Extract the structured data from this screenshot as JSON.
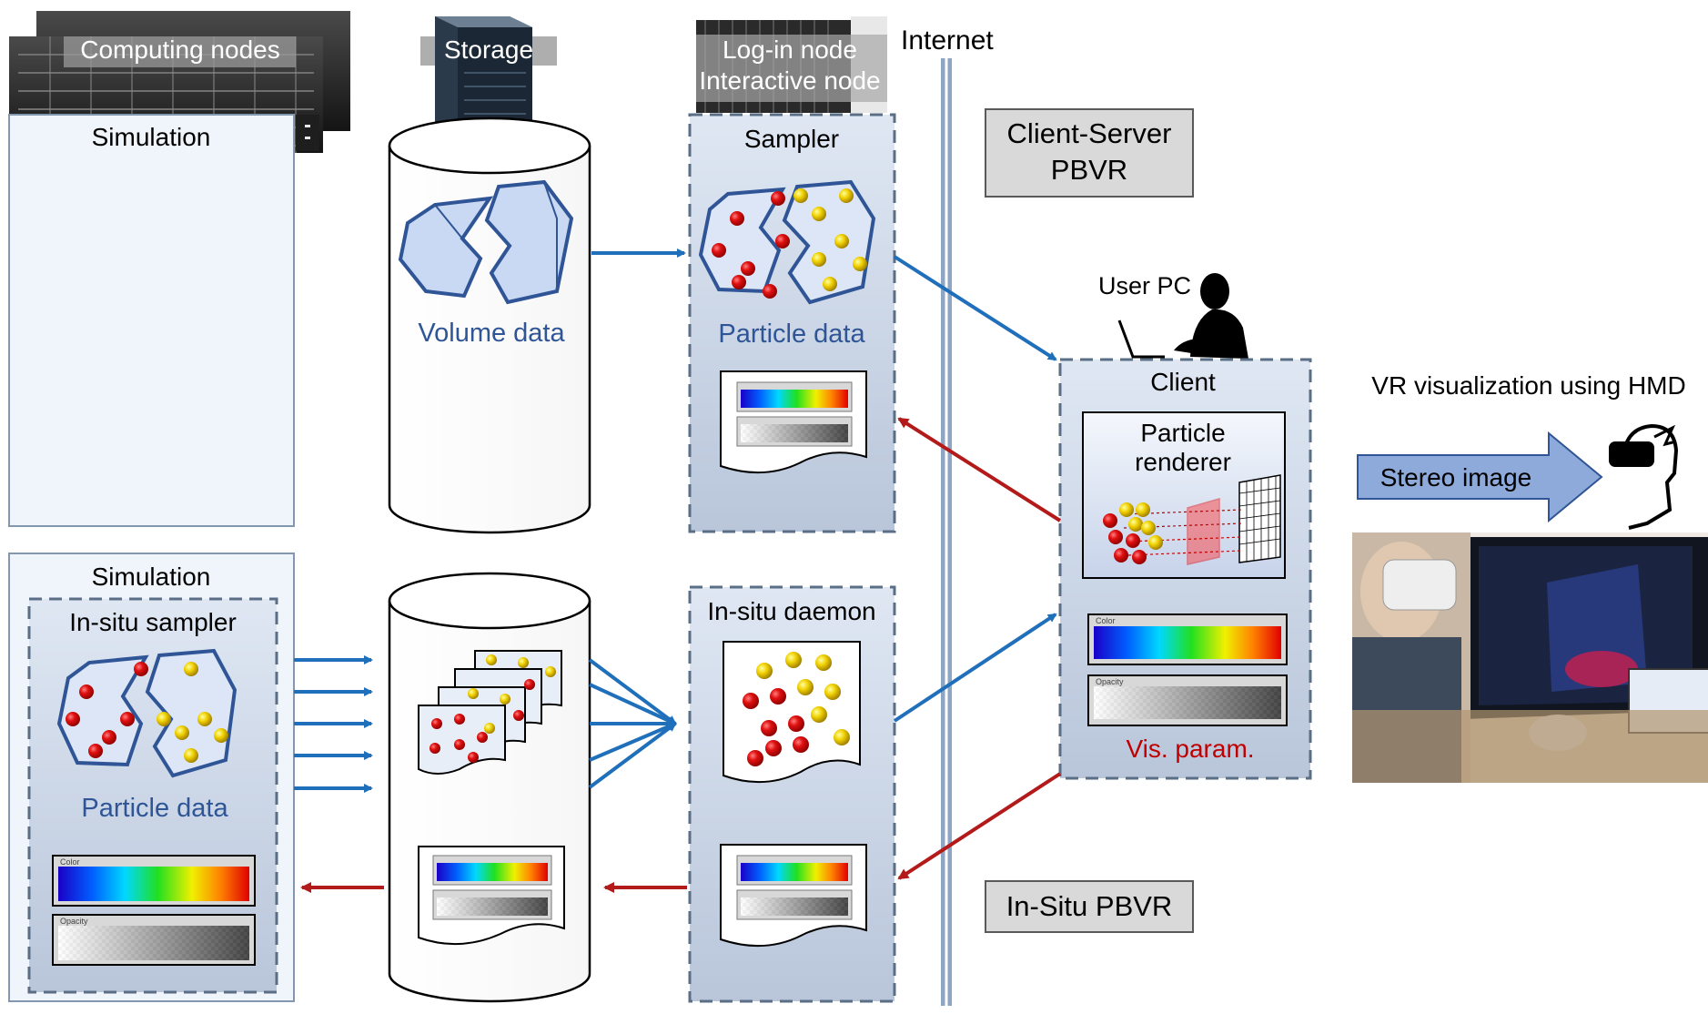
{
  "labels": {
    "computing_nodes": "Computing nodes",
    "storage": "Storage",
    "login_node_line1": "Log-in node",
    "login_node_line2": "Interactive node",
    "internet": "Internet",
    "client_server_line1": "Client-Server",
    "client_server_line2": "PBVR",
    "in_situ_pbvr": "In-Situ PBVR",
    "simulation_top": "Simulation",
    "simulation_bottom": "Simulation",
    "in_situ_sampler": "In-situ sampler",
    "sampler": "Sampler",
    "in_situ_daemon": "In-situ daemon",
    "volume_data": "Volume data",
    "particle_data_sampler": "Particle data",
    "particle_data_insitu": "Particle data",
    "user_pc": "User PC",
    "client": "Client",
    "particle_renderer_line1": "Particle",
    "particle_renderer_line2": "renderer",
    "vis_param": "Vis. param.",
    "vr_visualization": "VR visualization using HMD",
    "stereo_image": "Stereo image",
    "tf_color": "Color",
    "tf_opacity": "Opacity"
  },
  "colors": {
    "data_flow_arrow": "#1f6fba",
    "param_flow_arrow": "#b31b1b",
    "label_blue": "#2f5597",
    "vis_param_red": "#c00000",
    "panel_fill": "#d6dce6",
    "dash_border": "#5a6e85",
    "stereo_arrow_fill": "#8eaadb",
    "particle_red": "#e01010",
    "particle_yellow": "#f0d000"
  },
  "icons": [
    "server-rack-icon",
    "tower-server-icon",
    "blade-server-icon",
    "user-silhouette-icon",
    "hmd-head-icon",
    "transfer-function-icon",
    "volume-polyhedron-icon"
  ]
}
